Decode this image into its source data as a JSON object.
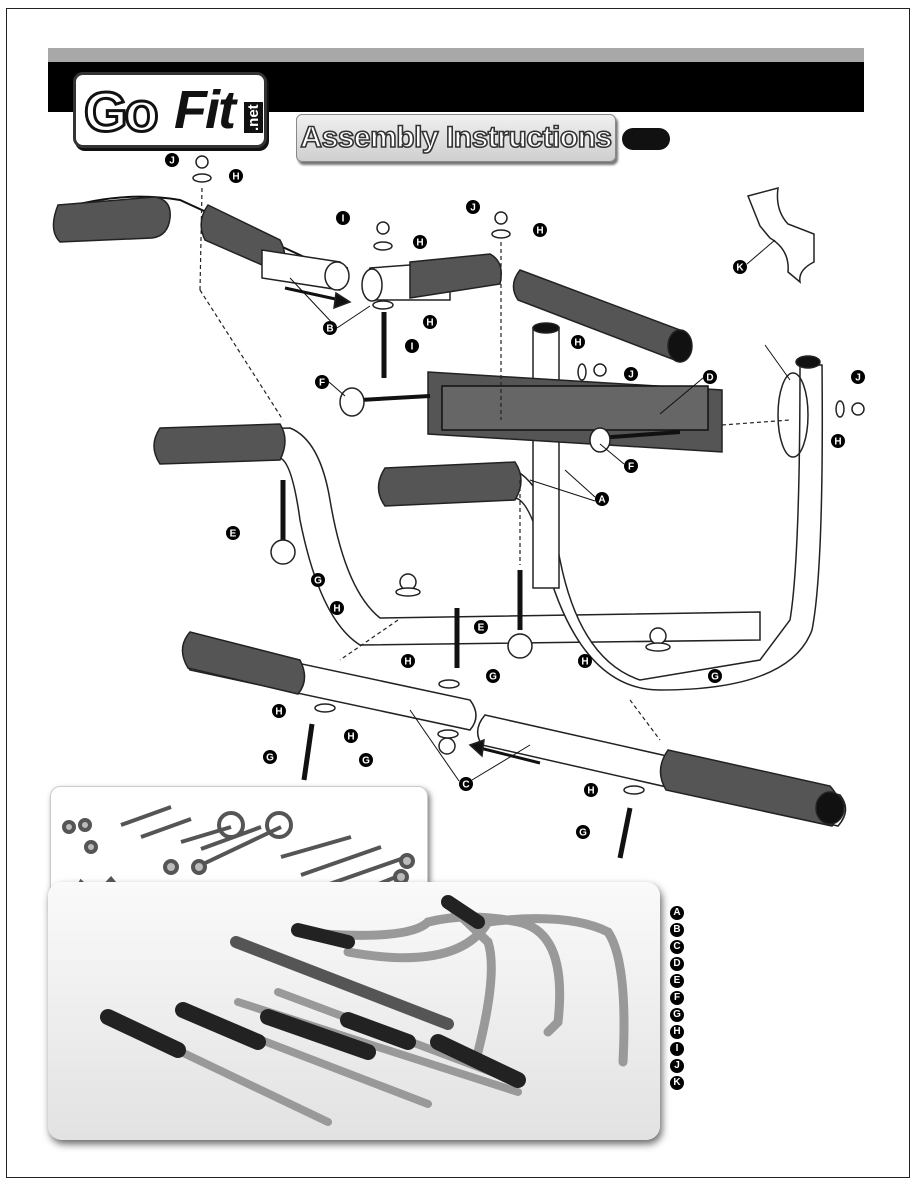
{
  "brand": {
    "go": "Go",
    "fit": "Fit",
    "net": ".net"
  },
  "title": "Assembly Instructions",
  "labels": [
    "A",
    "B",
    "C",
    "D",
    "E",
    "F",
    "G",
    "H",
    "I",
    "J",
    "K"
  ],
  "colors": {
    "header_black": "#000000",
    "header_gray": "#a8a8a8",
    "grip": "#555555",
    "steel": "#ffffff"
  }
}
